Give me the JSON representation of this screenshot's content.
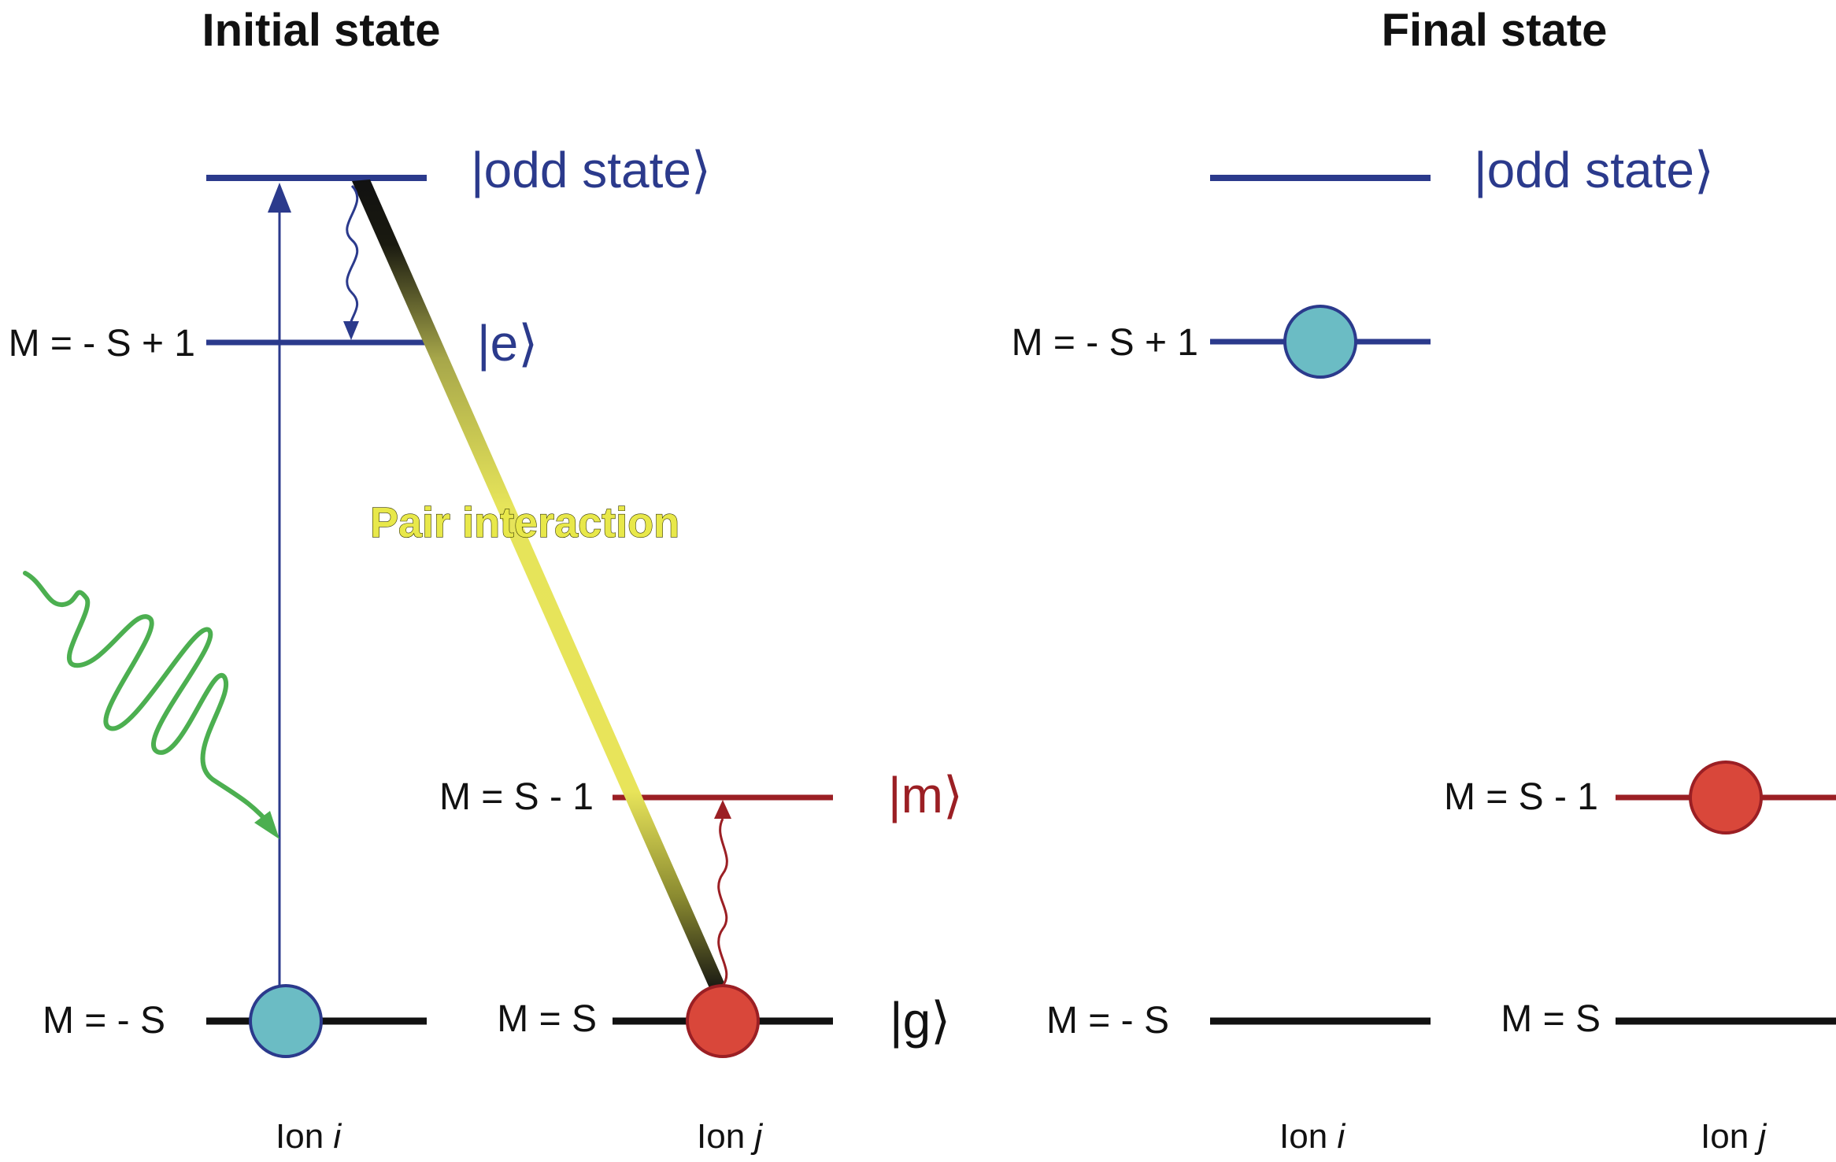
{
  "initial_title": "Initial state",
  "final_title": "Final state",
  "kets": {
    "odd": "|odd state⟩",
    "e": "|e⟩",
    "m": "|m⟩",
    "g": "|g⟩"
  },
  "mlabels": {
    "m_neg_s_plus_1": "M = - S + 1",
    "m_neg_s": "M = - S",
    "m_s": "M = S",
    "m_s_minus_1": "M = S - 1"
  },
  "ions": {
    "ion": "Ion",
    "i": "i",
    "j": "j"
  },
  "pair_interaction": "Pair interaction",
  "colors": {
    "blue": "#2b3a8c",
    "red": "#9b1f24",
    "black": "#111111",
    "cyan_ball": "#6bbcc4",
    "red_ball": "#d9473a",
    "green_photon": "#4caf50"
  }
}
